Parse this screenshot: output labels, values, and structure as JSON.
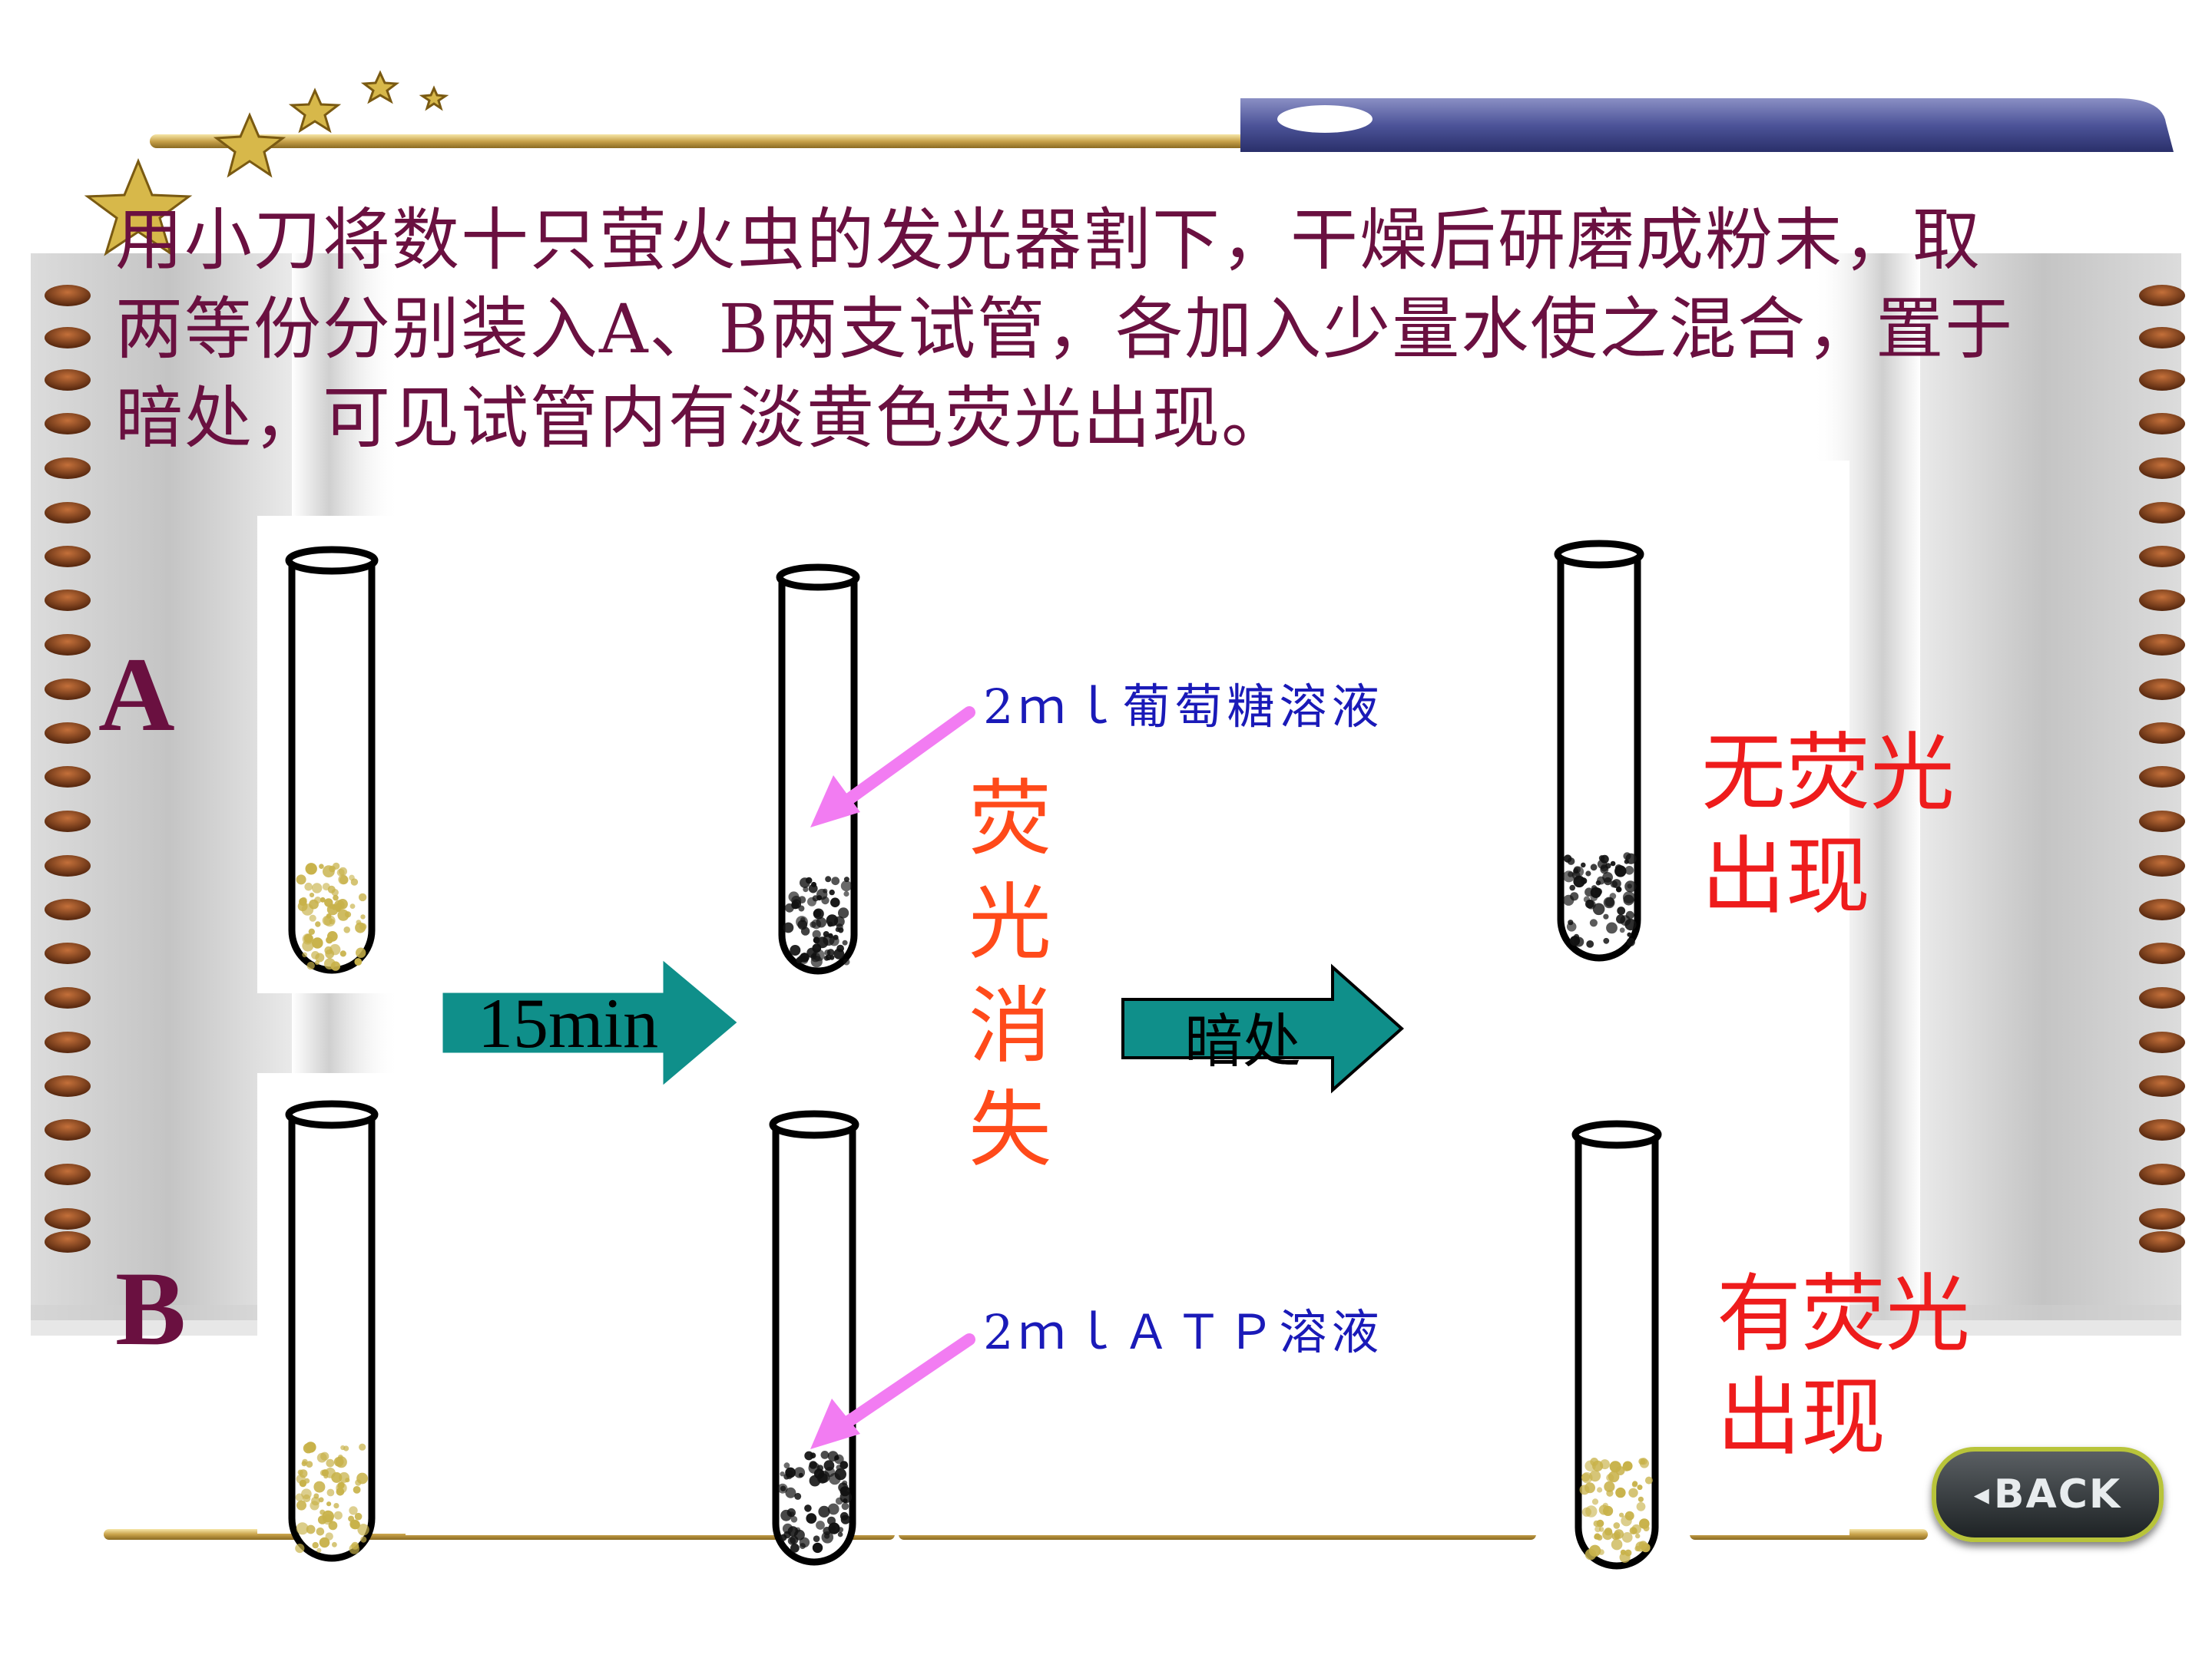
{
  "paragraph": {
    "lines": [
      "用小刀将数十只萤火虫的发光器割下，干燥后研磨成粉末，取",
      "两等份分别装入A、B两支试管，各加入少量水使之混合，置于",
      "暗处，可见试管内有淡黄色荧光出现。"
    ]
  },
  "rows": {
    "a_label": "A",
    "b_label": "B"
  },
  "steps": {
    "wait_label": "15min",
    "dark_label": "暗处"
  },
  "reagents": {
    "a": "2ｍｌ葡萄糖溶液",
    "b": "2ｍｌＡＴＰ溶液"
  },
  "middle_note": {
    "chars": [
      "荧",
      "光",
      "消",
      "失"
    ]
  },
  "results": {
    "a": [
      "无荧光",
      "出现"
    ],
    "b": [
      "有荧光",
      "出现"
    ]
  },
  "nav": {
    "back_label": "BACK"
  },
  "colors": {
    "paragraph": "#6a1040",
    "reagent": "#1a1ab8",
    "result": "#ee1c1c",
    "note": "#ff4a1a",
    "step_arrow": "#0f8f8a",
    "pointer_arrow": "#f27cf2",
    "powder_yellow": "#c8b24a",
    "powder_black": "#111111"
  }
}
